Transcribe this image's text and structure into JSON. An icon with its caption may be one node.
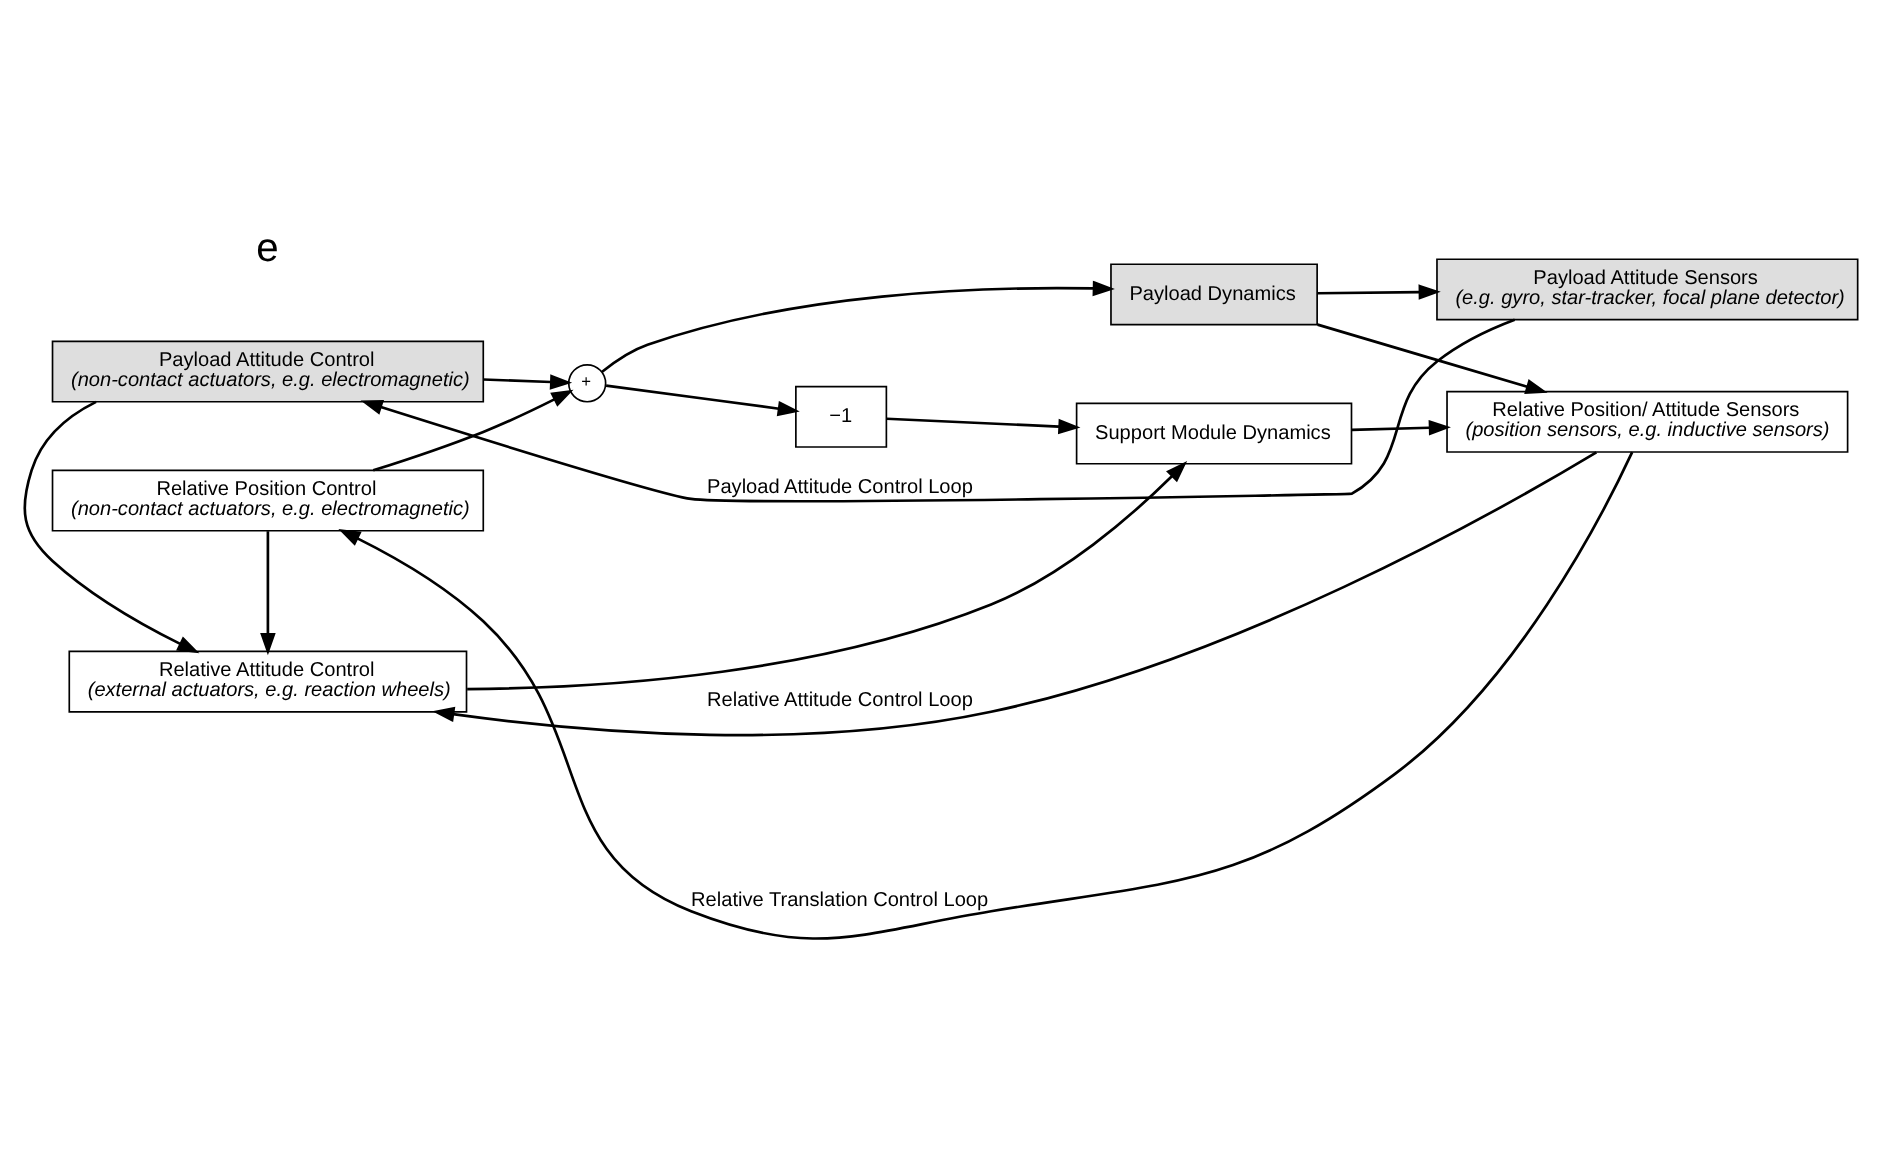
{
  "diagram": {
    "nodes": [
      {
        "text": [
          "Payload Attitude Control",
          "(non-contact actuators, e.g. electromagnetic)"
        ]
      },
      {
        "text": [
          "+"
        ]
      },
      {
        "text": [
          "Payload Dynamics"
        ]
      },
      {
        "text": [
          "Payload Attitude Sensors",
          "(e.g. gyro, star-tracker, focal plane detector)"
        ]
      },
      {
        "text": [
          "Relative Position Control",
          "(non-contact actuators, e.g. electromagnetic)"
        ]
      },
      {
        "text": [
          "−1"
        ]
      },
      {
        "text": [
          "Support Module Dynamics"
        ]
      },
      {
        "text": [
          "Relative Attitude Control",
          "(external actuators, e.g. reaction wheels)"
        ]
      },
      {
        "text": [
          "Relative Position/ Attitude Sensors",
          "(position sensors, e.g. inductive sensors)"
        ]
      }
    ],
    "edges": [
      {
        "from": 0,
        "to": 1,
        "arrow": "to"
      },
      {
        "from": 4,
        "to": 1,
        "arrow": "to"
      },
      {
        "from": 1,
        "to": 2,
        "arrow": "to"
      },
      {
        "from": 1,
        "to": 5,
        "arrow": "to"
      },
      {
        "from": 2,
        "to": 3,
        "arrow": "to"
      },
      {
        "from": 2,
        "to": 8,
        "arrow": "to"
      },
      {
        "from": 3,
        "to": 0,
        "arrow": "to",
        "label": "Payload Attitude Control Loop"
      },
      {
        "from": 0,
        "to": 7,
        "arrow": "to"
      },
      {
        "from": 4,
        "to": 7,
        "arrow": "to"
      },
      {
        "from": 5,
        "to": 6,
        "arrow": "to"
      },
      {
        "from": 7,
        "to": 6,
        "arrow": "to"
      },
      {
        "from": 6,
        "to": 8,
        "arrow": "to"
      },
      {
        "from": 8,
        "to": 7,
        "arrow": "to",
        "label": "Relative Attitude Control Loop"
      },
      {
        "from": 8,
        "to": 4,
        "arrow": "to",
        "label": "Relative Translation Control Loop"
      }
    ],
    "labels": [
      "e"
    ]
  }
}
